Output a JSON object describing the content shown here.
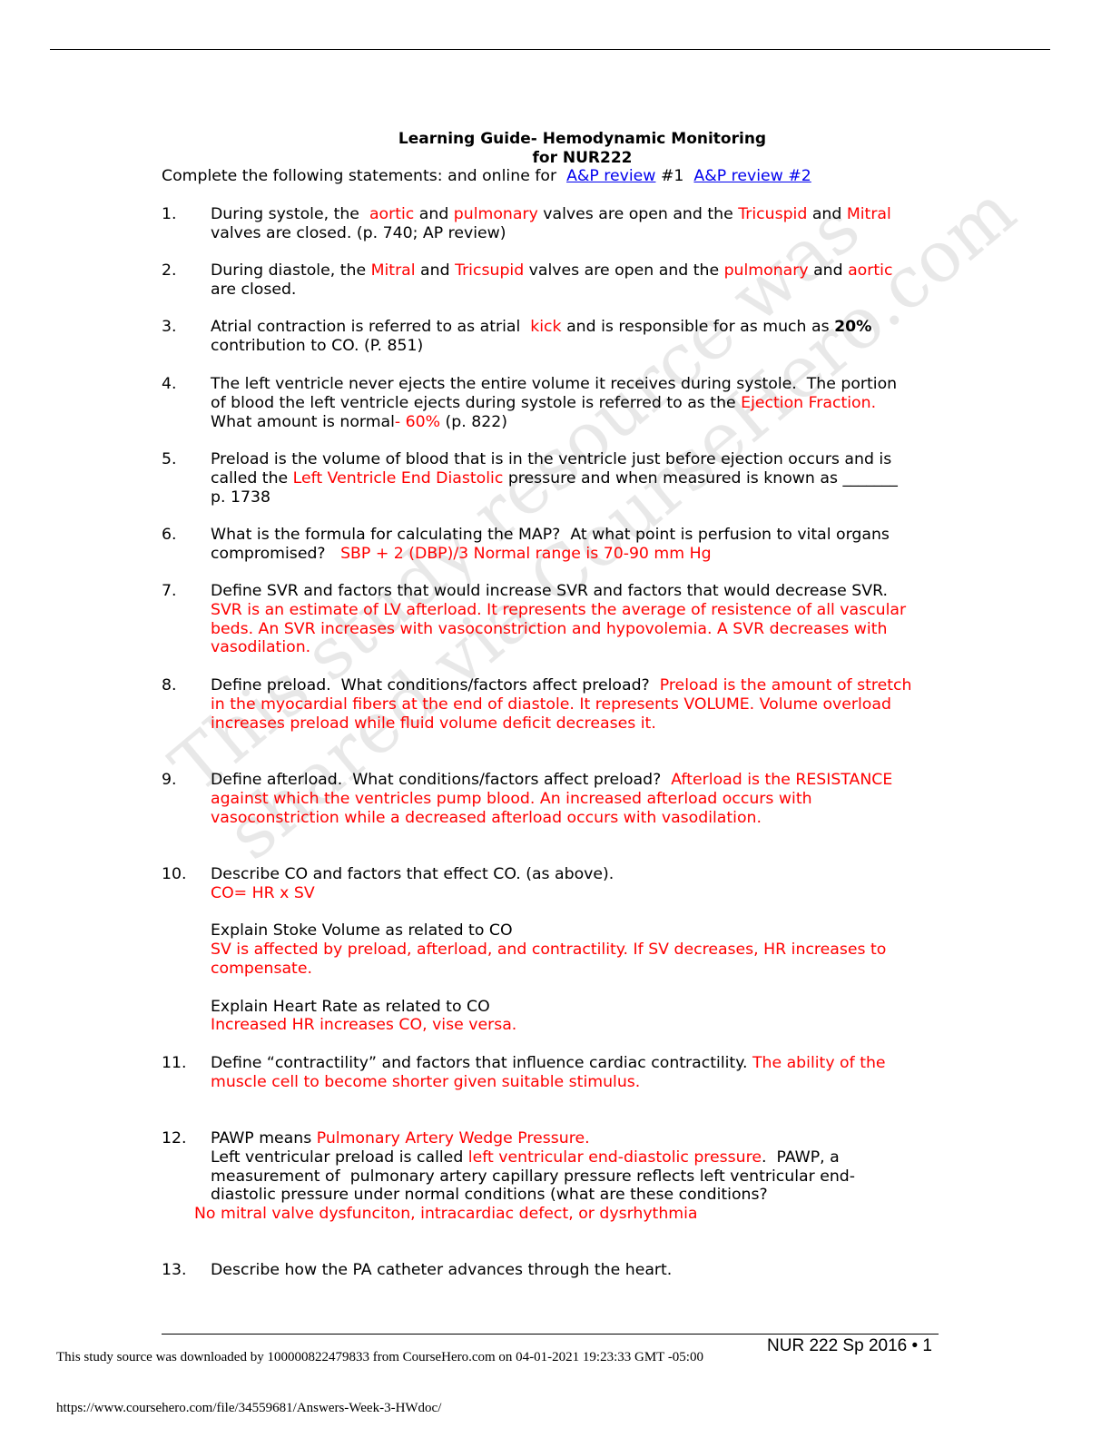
{
  "header": {
    "title_line1": "Learning Guide- Hemodynamic Monitoring",
    "title_line2": "for NUR222",
    "intro_text": "Complete the following statements: and online for  ",
    "link1": "A&P review",
    "link_between": " #1  ",
    "link2": "A&P review #2"
  },
  "items": [
    {
      "num": "1.",
      "lines": [
        [
          {
            "t": "During systole, the  "
          },
          {
            "t": "aortic",
            "s": "red"
          },
          {
            "t": " and "
          },
          {
            "t": "pulmonary",
            "s": "red"
          },
          {
            "t": " valves are open and the "
          },
          {
            "t": "Tricuspid",
            "s": "red"
          },
          {
            "t": " and "
          },
          {
            "t": "Mitral",
            "s": "red"
          }
        ],
        [
          {
            "t": "valves are closed. (p. 740; AP review)"
          }
        ]
      ]
    },
    {
      "num": "2.",
      "lines": [
        [
          {
            "t": "During diastole, the "
          },
          {
            "t": "Mitral",
            "s": "red"
          },
          {
            "t": " and "
          },
          {
            "t": "Tricsupid",
            "s": "red"
          },
          {
            "t": " valves are open and the "
          },
          {
            "t": "pulmonary",
            "s": "red"
          },
          {
            "t": " and "
          },
          {
            "t": "aortic",
            "s": "red"
          }
        ],
        [
          {
            "t": "are closed."
          }
        ]
      ]
    },
    {
      "num": "3.",
      "lines": [
        [
          {
            "t": "Atrial contraction is referred to as atrial  "
          },
          {
            "t": "kick",
            "s": "red"
          },
          {
            "t": " and is responsible for as much as "
          },
          {
            "t": "20%",
            "s": "bold"
          }
        ],
        [
          {
            "t": "contribution to CO. (P. 851)"
          }
        ]
      ]
    },
    {
      "num": "4.",
      "lines": [
        [
          {
            "t": "The left ventricle never ejects the entire volume it receives during systole.  The portion"
          }
        ],
        [
          {
            "t": "of blood the left ventricle ejects during systole is referred to as the "
          },
          {
            "t": "Ejection Fraction.",
            "s": "red"
          }
        ],
        [
          {
            "t": "What amount is normal"
          },
          {
            "t": "- 60%",
            "s": "red"
          },
          {
            "t": " (p. 822)"
          }
        ]
      ]
    },
    {
      "num": "5.",
      "lines": [
        [
          {
            "t": "Preload is the volume of blood that is in the ventricle just before ejection occurs and is"
          }
        ],
        [
          {
            "t": "called the "
          },
          {
            "t": "Left Ventricle End Diastolic",
            "s": "red"
          },
          {
            "t": " pressure and when measured is known as _______"
          }
        ],
        [
          {
            "t": "p. 1738"
          }
        ]
      ]
    },
    {
      "num": "6.",
      "lines": [
        [
          {
            "t": "What is the formula for calculating the MAP?  At what point is perfusion to vital organs"
          }
        ],
        [
          {
            "t": "compromised?   "
          },
          {
            "t": "SBP + 2 (DBP)/3 Normal range is 70-90 mm Hg",
            "s": "red"
          }
        ]
      ]
    },
    {
      "num": "7.",
      "lines": [
        [
          {
            "t": "Define SVR and factors that would increase SVR and factors that would decrease SVR."
          }
        ],
        [
          {
            "t": "SVR is an estimate of LV afterload. It represents the average of resistence of all vascular",
            "s": "red"
          }
        ],
        [
          {
            "t": "beds. An SVR increases with vasoconstriction and hypovolemia. A SVR decreases with",
            "s": "red"
          }
        ],
        [
          {
            "t": "vasodilation.",
            "s": "red"
          }
        ]
      ]
    },
    {
      "num": "8.",
      "lines": [
        [
          {
            "t": "Define preload.  What conditions/factors affect preload?  "
          },
          {
            "t": "Preload is the amount of stretch",
            "s": "red"
          }
        ],
        [
          {
            "t": "in the myocardial fibers at the end of diastole. It represents VOLUME. Volume overload",
            "s": "red"
          }
        ],
        [
          {
            "t": "increases preload while fluid volume deficit decreases it.",
            "s": "red"
          }
        ]
      ]
    },
    {
      "num": "9.",
      "lines": [
        [
          {
            "t": "Define afterload.  What conditions/factors affect preload?  "
          },
          {
            "t": "Afterload is the RESISTANCE",
            "s": "red"
          }
        ],
        [
          {
            "t": "against which the ventricles pump blood. An increased afterload occurs with",
            "s": "red"
          }
        ],
        [
          {
            "t": "vasoconstriction while a decreased afterload occurs with vasodilation.",
            "s": "red"
          }
        ]
      ]
    },
    {
      "num": "10.",
      "lines": [
        [
          {
            "t": "Describe CO and factors that effect CO. (as above)."
          }
        ],
        [
          {
            "t": "CO= HR x SV",
            "s": "red"
          }
        ],
        [],
        [
          {
            "t": "Explain Stoke Volume as related to CO"
          }
        ],
        [
          {
            "t": "SV is affected by preload, afterload, and contractility. If SV decreases, HR increases to",
            "s": "red"
          }
        ],
        [
          {
            "t": "compensate.",
            "s": "red"
          }
        ],
        [],
        [
          {
            "t": "Explain Heart Rate as related to CO"
          }
        ],
        [
          {
            "t": "Increased HR increases CO, vise versa.",
            "s": "red"
          }
        ]
      ]
    },
    {
      "num": "11.",
      "lines": [
        [
          {
            "t": "Define “contractility” and factors that influence cardiac contractility. "
          },
          {
            "t": "The ability of the",
            "s": "red"
          }
        ],
        [
          {
            "t": "muscle cell to become shorter given suitable stimulus.",
            "s": "red"
          }
        ]
      ]
    },
    {
      "num": "12.",
      "lines": [
        [
          {
            "t": "PAWP means "
          },
          {
            "t": "Pulmonary Artery Wedge Pressure.",
            "s": "red"
          }
        ],
        [
          {
            "t": "Left ventricular preload is called "
          },
          {
            "t": "left ventricular end-diastolic pressure",
            "s": "red"
          },
          {
            "t": ".  PAWP, a"
          }
        ],
        [
          {
            "t": "measurement of  pulmonary artery capillary pressure reflects left ventricular end-"
          }
        ],
        [
          {
            "t": "diastolic pressure under normal conditions (what are these conditions?"
          }
        ]
      ],
      "note": "No mitral valve dysfunciton, intracardiac defect, or dysrhythmia"
    },
    {
      "num": "13.",
      "lines": [
        [
          {
            "t": "Describe how the PA catheter advances through the heart."
          }
        ]
      ]
    }
  ],
  "watermark": {
    "line1": "This study resource was",
    "line2": "shared via CourseHero.com"
  },
  "footer": {
    "download_notice": "This study source was downloaded by 100000822479833 from CourseHero.com on 04-01-2021 19:23:33 GMT -05:00",
    "course_page": "NUR 222 Sp 2016 • 1",
    "url": "https://www.coursehero.com/file/34559681/Answers-Week-3-HWdoc/"
  }
}
